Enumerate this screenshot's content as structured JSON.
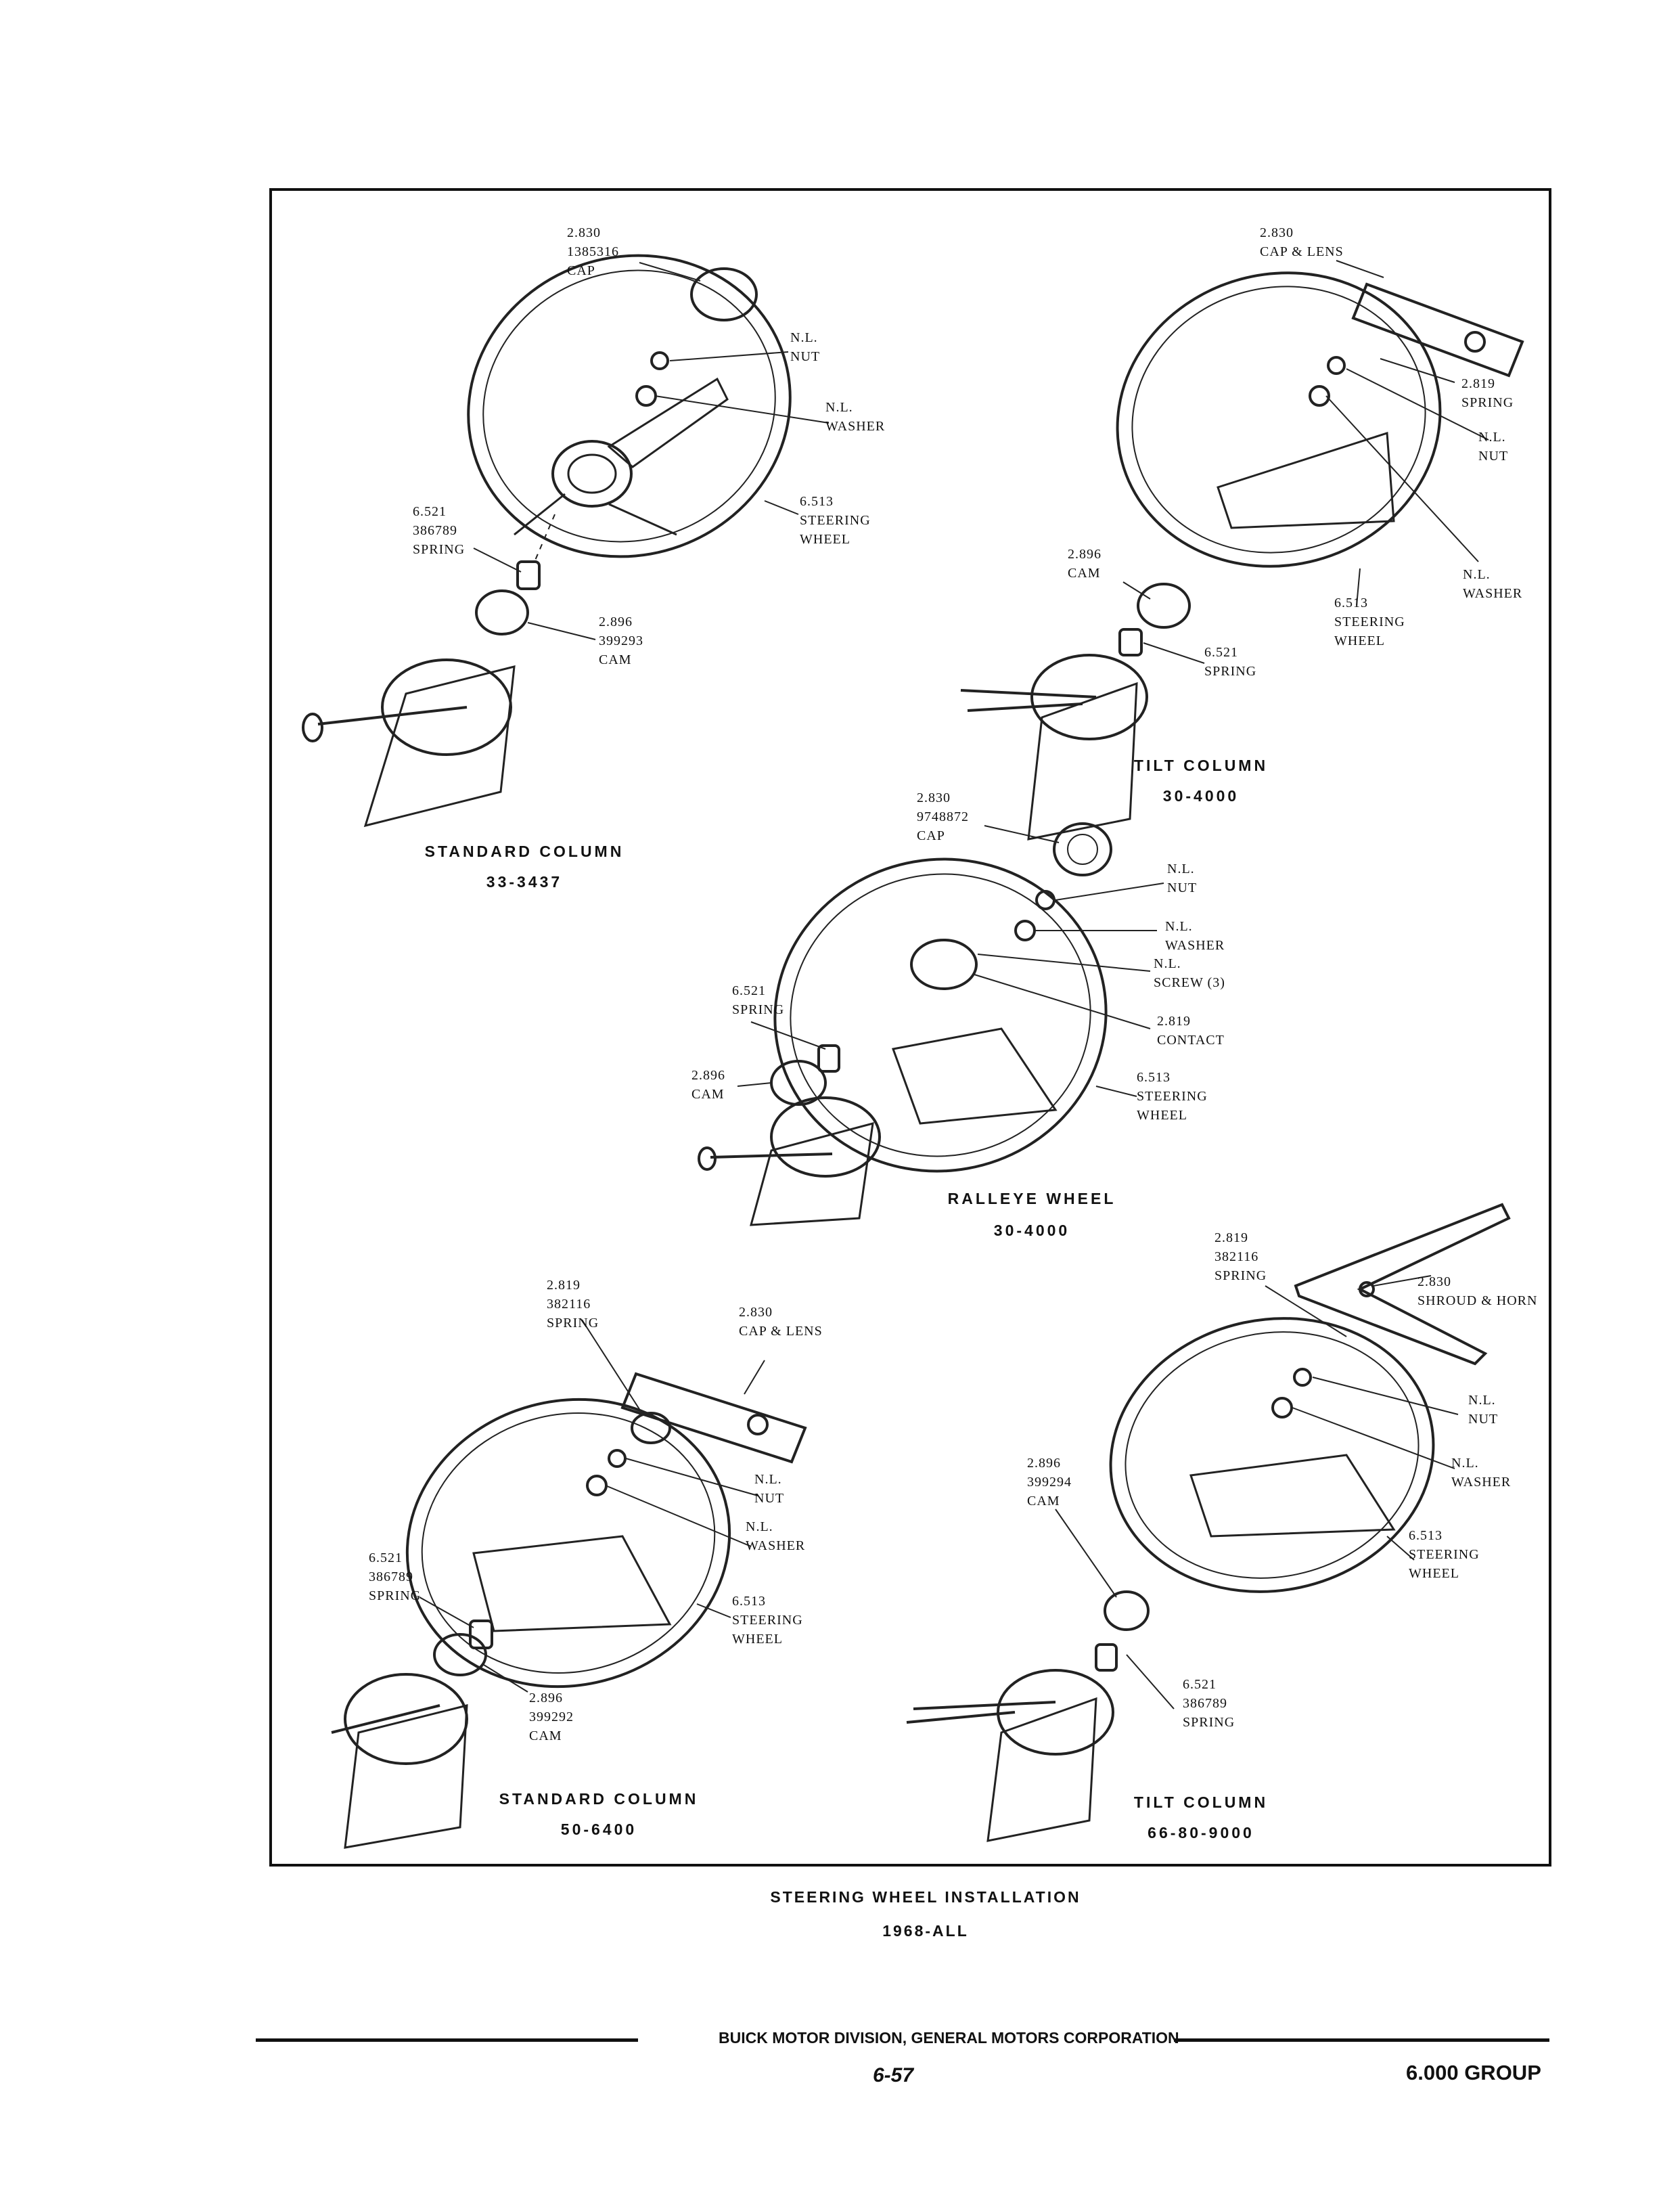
{
  "figure": {
    "standard_column_1": {
      "title": "STANDARD COLUMN",
      "code": "33-3437",
      "labels": {
        "cap": "2.830\n1385316\nCAP",
        "nut": "N.L.\nNUT",
        "washer": "N.L.\nWASHER",
        "wheel": "6.513\nSTEERING\nWHEEL",
        "spring": "6.521\n386789\nSPRING",
        "cam": "2.896\n399293\nCAM"
      }
    },
    "tilt_column_1": {
      "title": "TILT COLUMN",
      "code": "30-4000",
      "labels": {
        "cap": "2.830\nCAP & LENS",
        "spring_top": "2.819\nSPRING",
        "nut": "N.L.\nNUT",
        "washer": "N.L.\nWASHER",
        "cam": "2.896\nCAM",
        "wheel": "6.513\nSTEERING\nWHEEL",
        "spring": "6.521\nSPRING"
      }
    },
    "ralleye_wheel": {
      "title": "RALLEYE WHEEL",
      "code": "30-4000",
      "labels": {
        "cap": "2.830\n9748872\nCAP",
        "nut": "N.L.\nNUT",
        "washer": "N.L.\nWASHER",
        "screw": "N.L.\nSCREW (3)",
        "contact": "2.819\nCONTACT",
        "wheel": "6.513\nSTEERING\nWHEEL",
        "spring": "6.521\nSPRING",
        "cam": "2.896\nCAM"
      }
    },
    "standard_column_2": {
      "title": "STANDARD COLUMN",
      "code": "50-6400",
      "labels": {
        "spring_top": "2.819\n382116\nSPRING",
        "cap": "2.830\nCAP & LENS",
        "nut": "N.L.\nNUT",
        "washer": "N.L.\nWASHER",
        "spring": "6.521\n386789\nSPRING",
        "wheel": "6.513\nSTEERING\nWHEEL",
        "cam": "2.896\n399292\nCAM"
      }
    },
    "tilt_column_2": {
      "title": "TILT COLUMN",
      "code": "66-80-9000",
      "labels": {
        "spring_top": "2.819\n382116\nSPRING",
        "shroud": "2.830\nSHROUD & HORN",
        "nut": "N.L.\nNUT",
        "washer": "N.L.\nWASHER",
        "cam": "2.896\n399294\nCAM",
        "wheel": "6.513\nSTEERING\nWHEEL",
        "spring": "6.521\n386789\nSPRING"
      }
    }
  },
  "caption": {
    "title": "STEERING WHEEL INSTALLATION",
    "subtitle": "1968-ALL"
  },
  "footer": {
    "company": "BUICK MOTOR DIVISION, GENERAL MOTORS CORPORATION",
    "page": "6-57",
    "group": "6.000 GROUP"
  }
}
